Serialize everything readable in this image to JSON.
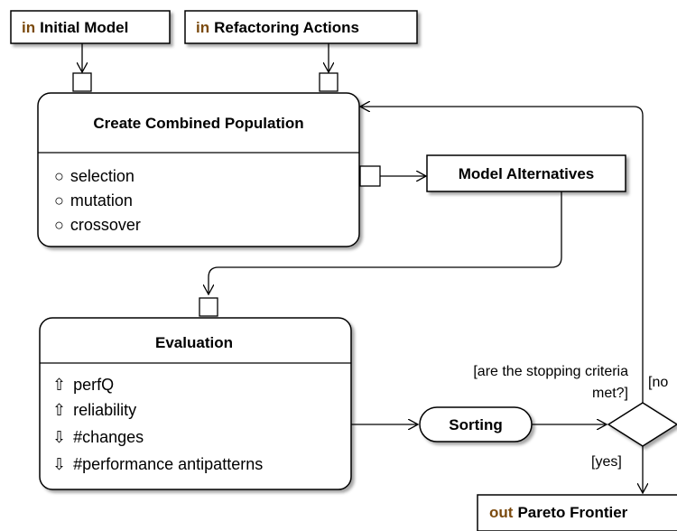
{
  "nodes": {
    "initial_model": {
      "keyword": "in",
      "label": "Initial Model"
    },
    "refactoring_actions": {
      "keyword": "in",
      "label": "Refactoring Actions"
    },
    "create_population": {
      "title": "Create Combined Population",
      "items": [
        "selection",
        "mutation",
        "crossover"
      ]
    },
    "model_alternatives": {
      "label": "Model Alternatives"
    },
    "evaluation": {
      "title": "Evaluation",
      "items": [
        {
          "arrow": "up",
          "glyph": "⇧",
          "label": "perfQ"
        },
        {
          "arrow": "up",
          "glyph": "⇧",
          "label": "reliability"
        },
        {
          "arrow": "down",
          "glyph": "⇩",
          "label": "#changes"
        },
        {
          "arrow": "down",
          "glyph": "⇩",
          "label": "#performance antipatterns"
        }
      ]
    },
    "sorting": {
      "label": "Sorting"
    },
    "pareto_frontier": {
      "keyword": "out",
      "label": "Pareto Frontier"
    }
  },
  "decision": {
    "question_line1": "[are the stopping criteria",
    "question_line2": "met?]",
    "guard_no": "[no",
    "guard_yes": "[yes]"
  },
  "bullet_glyph": "○"
}
